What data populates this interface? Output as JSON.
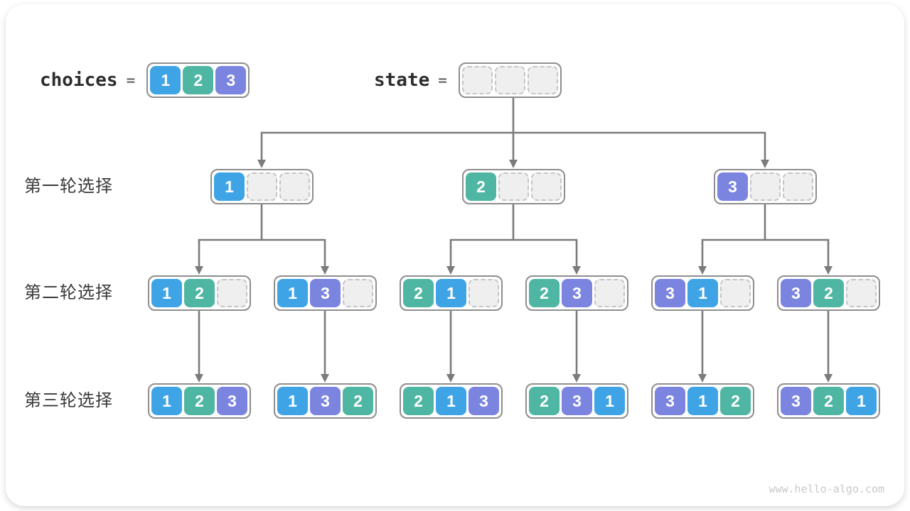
{
  "page": {
    "watermark": "www.hello-algo.com"
  },
  "header": {
    "choices_label": "choices",
    "choices_equals": "=",
    "choices_values": [
      1,
      2,
      3
    ],
    "state_label": "state",
    "state_equals": "=",
    "state_slots": [
      null,
      null,
      null
    ]
  },
  "colors": {
    "value_1": "#3fa4e6",
    "value_2": "#4fb6a3",
    "value_3": "#7b84df",
    "empty_fill": "#efefef",
    "empty_dash": "#c5c5c5",
    "node_border": "#8e8e8e",
    "arrow": "#7b7b7b",
    "row_label_text": "#3a3a3a",
    "header_text": "#2d2d2d",
    "watermark_text": "#c9c9c9"
  },
  "rows": [
    {
      "label": "第一轮选择",
      "nodes": [
        [
          1,
          null,
          null
        ],
        [
          2,
          null,
          null
        ],
        [
          3,
          null,
          null
        ]
      ]
    },
    {
      "label": "第二轮选择",
      "nodes": [
        [
          1,
          2,
          null
        ],
        [
          1,
          3,
          null
        ],
        [
          2,
          1,
          null
        ],
        [
          2,
          3,
          null
        ],
        [
          3,
          1,
          null
        ],
        [
          3,
          2,
          null
        ]
      ]
    },
    {
      "label": "第三轮选择",
      "nodes": [
        [
          1,
          2,
          3
        ],
        [
          1,
          3,
          2
        ],
        [
          2,
          1,
          3
        ],
        [
          2,
          3,
          1
        ],
        [
          3,
          1,
          2
        ],
        [
          3,
          2,
          1
        ]
      ]
    }
  ]
}
